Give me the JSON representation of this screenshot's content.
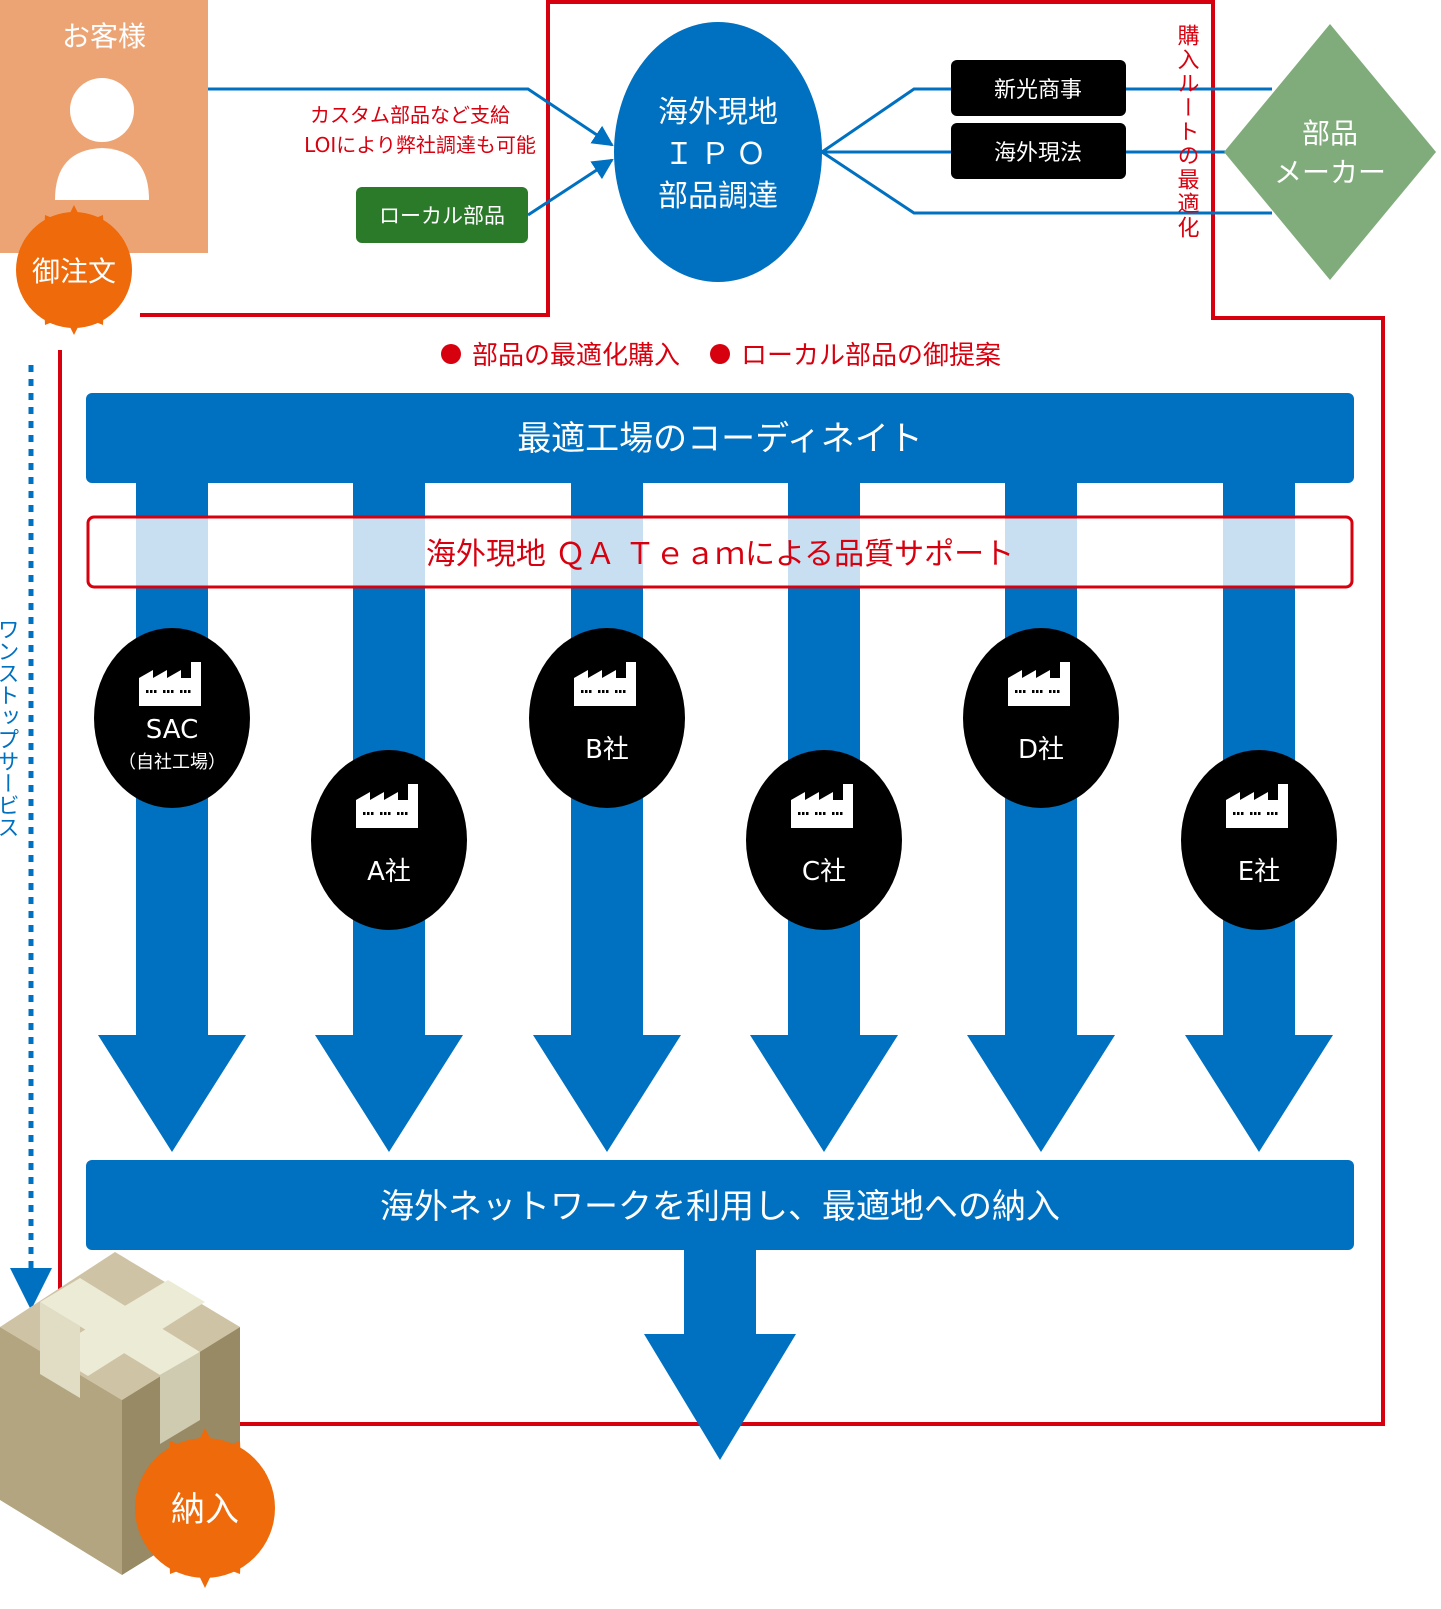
{
  "customer": {
    "label": "お客様"
  },
  "order_badge": {
    "label": "御注文"
  },
  "delivery_badge": {
    "label": "納入"
  },
  "supply_note": {
    "line1": "カスタム部品など支給",
    "line2": "LOIにより弊社調達も可能"
  },
  "local_parts": {
    "label": "ローカル部品"
  },
  "ipo": {
    "line1": "海外現地",
    "line2": "ＩＰＯ",
    "line3": "部品調達"
  },
  "routes": {
    "route1": "新光商事",
    "route2": "海外現法"
  },
  "route_optimization": {
    "label": "購入ルートの最適化"
  },
  "maker": {
    "line1": "部品",
    "line2": "メーカー"
  },
  "features": {
    "item1": "部品の最適化購入",
    "item2": "ローカル部品の御提案"
  },
  "coordinate_bar": {
    "label": "最適工場のコーディネイト"
  },
  "qa_bar": {
    "label": "海外現地 ＱＡ Ｔｅａｍによる品質サポート"
  },
  "factories": [
    {
      "name": "SAC",
      "sub": "（自社工場）"
    },
    {
      "name": "A社"
    },
    {
      "name": "B社"
    },
    {
      "name": "C社"
    },
    {
      "name": "D社"
    },
    {
      "name": "E社"
    }
  ],
  "delivery_bar": {
    "label": "海外ネットワークを利用し、最適地への納入"
  },
  "one_stop": {
    "label": "ワンストップサービス"
  },
  "colors": {
    "blue": "#0070c0",
    "red": "#d7000f",
    "orange": "#ee6a0a",
    "customer_bg": "#eda474",
    "green_box": "#2a7a2a",
    "diamond": "#7fac7a",
    "black": "#000000"
  }
}
